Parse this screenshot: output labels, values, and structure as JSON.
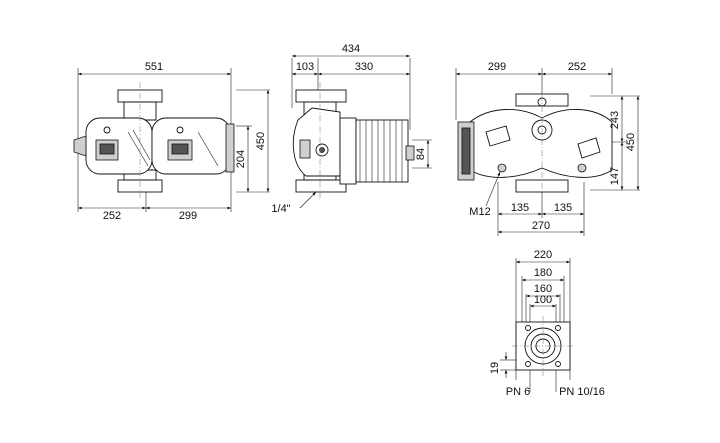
{
  "dimensions": {
    "front_total_width": "551",
    "front_left_width": "252",
    "front_right_width": "299",
    "front_pipe_height": "204",
    "front_total_height": "450",
    "side_total_width": "434",
    "side_left_width": "103",
    "side_motor_width": "330",
    "side_motor_offset": "84",
    "side_thread": "1/4\"",
    "top_left_width": "299",
    "top_right_width": "252",
    "top_height_a": "243",
    "top_height_total": "450",
    "top_height_b": "147",
    "top_bolt": "M12",
    "top_left_flange": "135",
    "top_right_flange": "135",
    "top_flange_total": "270",
    "flange_d1": "220",
    "flange_d2": "180",
    "flange_d3": "160",
    "flange_d4": "100",
    "flange_thickness": "19",
    "flange_pn6": "PN 6",
    "flange_pn1016": "PN 10/16"
  }
}
